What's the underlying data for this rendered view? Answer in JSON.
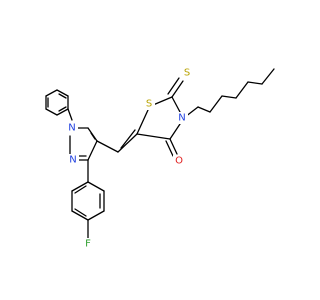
{
  "molecule": {
    "atoms": {
      "sulfur_ring": "S",
      "sulfur_thione": "S",
      "nitrogen_thiazolidine": "N",
      "nitrogen_pyrazole_1": "N",
      "nitrogen_pyrazole_2": "N",
      "oxygen_carbonyl": "O",
      "fluorine": "F"
    },
    "colors": {
      "bond": "#000000",
      "S": "#b8a200",
      "N": "#2040e0",
      "O": "#e02020",
      "F": "#2e9e2e"
    }
  }
}
